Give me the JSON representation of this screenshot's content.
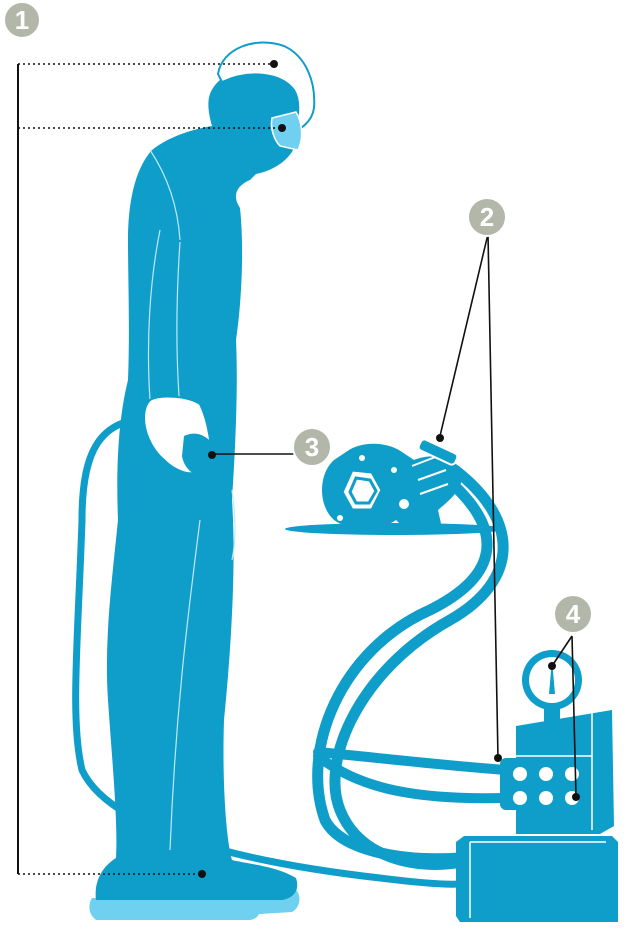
{
  "colors": {
    "figure": "#0f9ec9",
    "figure_light": "#6fd0ef",
    "badge": "#b3b7aa",
    "line": "#111111"
  },
  "callouts": [
    {
      "number": "1",
      "meaning": "head-and-eye-protection-and-footwear"
    },
    {
      "number": "2",
      "meaning": "hose-couplings"
    },
    {
      "number": "3",
      "meaning": "remote-control-handle"
    },
    {
      "number": "4",
      "meaning": "pump-gauge-and-couplings"
    }
  ]
}
